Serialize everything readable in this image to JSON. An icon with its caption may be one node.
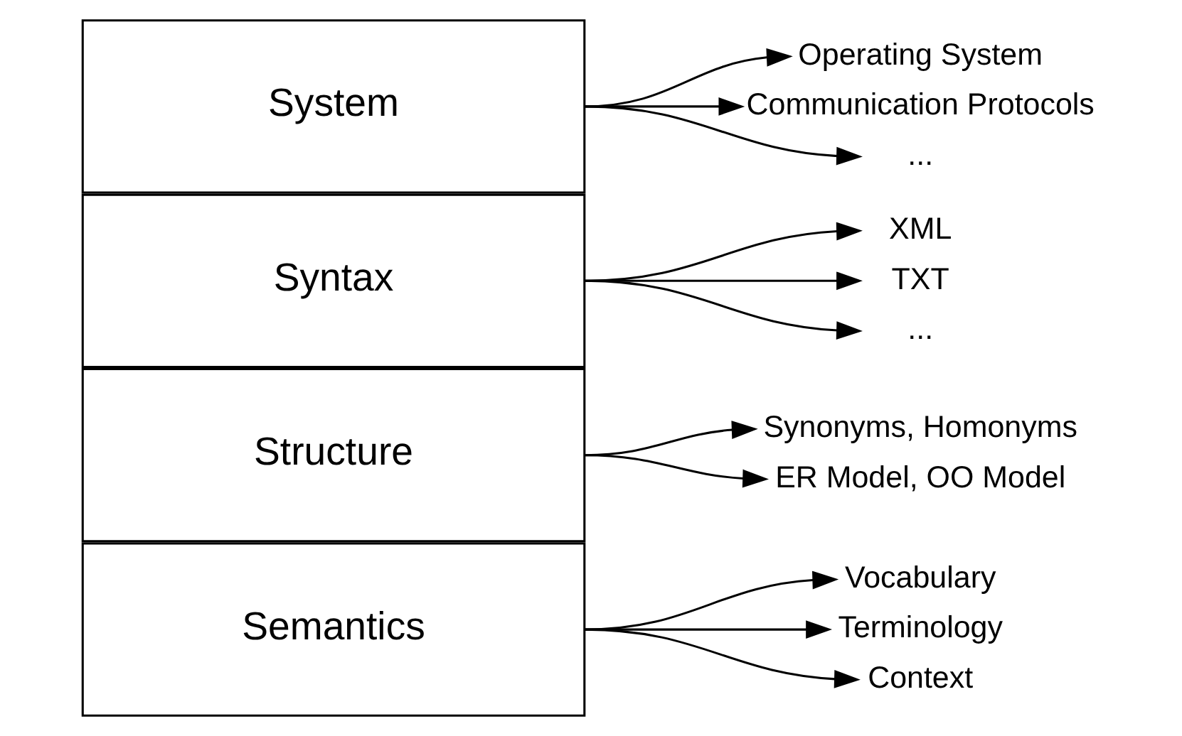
{
  "diagram": {
    "nodes": [
      {
        "text": [
          "Semantics"
        ]
      },
      {
        "text": [
          "Vocabulary"
        ]
      },
      {
        "text": [
          "Terminology"
        ]
      },
      {
        "text": [
          "Context"
        ]
      },
      {
        "text": [
          "Structure"
        ]
      },
      {
        "text": [
          "Synonyms, Homonyms"
        ]
      },
      {
        "text": [
          "ER Model, OO Model"
        ]
      },
      {
        "text": [
          "Syntax"
        ]
      },
      {
        "text": [
          "XML"
        ]
      },
      {
        "text": [
          "TXT"
        ]
      },
      {
        "text": [
          "..."
        ]
      },
      {
        "text": [
          "System"
        ]
      },
      {
        "text": [
          "Operating System"
        ]
      },
      {
        "text": [
          "Communication Protocols"
        ]
      },
      {
        "text": [
          "..."
        ]
      }
    ],
    "edges": [
      {
        "from": 0,
        "to": 1,
        "arrow": "to"
      },
      {
        "from": 0,
        "to": 2,
        "arrow": "to"
      },
      {
        "from": 0,
        "to": 3,
        "arrow": "to"
      },
      {
        "from": 4,
        "to": 5,
        "arrow": "to"
      },
      {
        "from": 4,
        "to": 6,
        "arrow": "to"
      },
      {
        "from": 7,
        "to": 8,
        "arrow": "to"
      },
      {
        "from": 7,
        "to": 9,
        "arrow": "to"
      },
      {
        "from": 7,
        "to": 10,
        "arrow": "to"
      },
      {
        "from": 11,
        "to": 12,
        "arrow": "to"
      },
      {
        "from": 11,
        "to": 13,
        "arrow": "to"
      },
      {
        "from": 11,
        "to": 14,
        "arrow": "to"
      }
    ]
  }
}
